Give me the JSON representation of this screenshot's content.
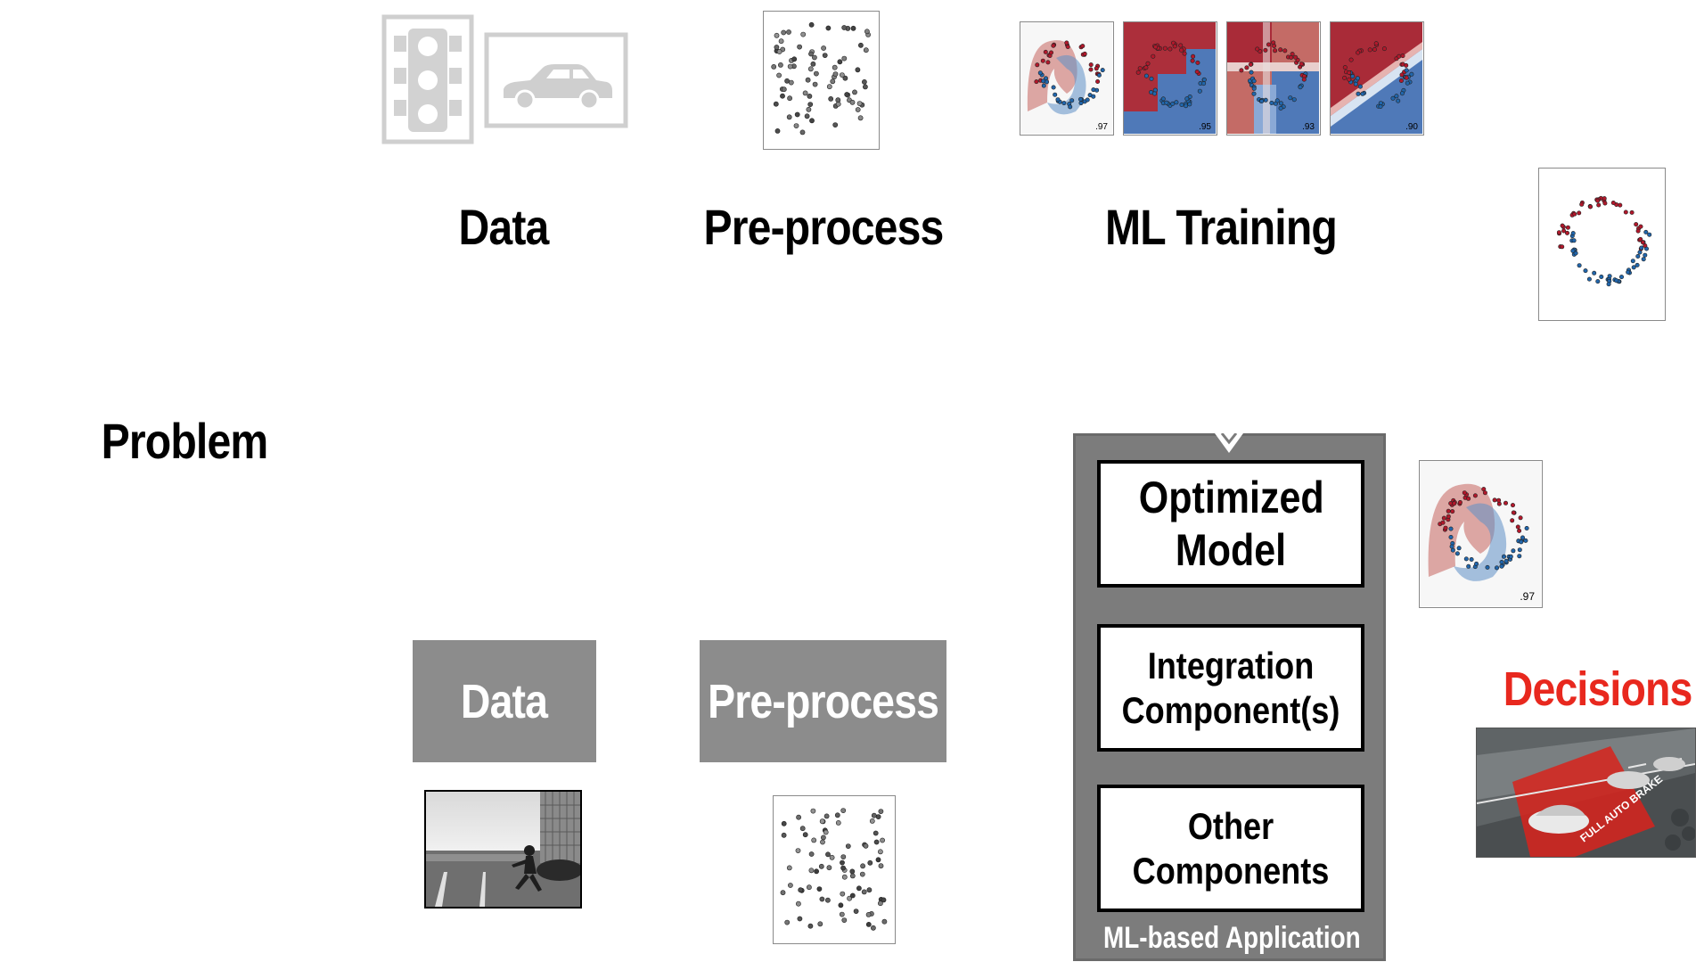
{
  "top_row": {
    "data_label": "Data",
    "preprocess_label": "Pre-process",
    "ml_training_label": "ML Training",
    "training_scores": [
      ".97",
      ".95",
      ".93",
      ".90"
    ]
  },
  "problem_label": "Problem",
  "bottom_row": {
    "data_label": "Data",
    "preprocess_label": "Pre-process"
  },
  "app": {
    "optimized_model": "Optimized Model",
    "integration": "Integration Component(s)",
    "other": "Other Components",
    "caption": "ML-based Application"
  },
  "model_thumb_score": ".97",
  "decisions_label": "Decisions",
  "braking_sign": "FULL AUTO BRAKE",
  "colors": {
    "accent_red": "#e8281e",
    "box_grey": "#8c8c8c",
    "app_grey": "#7c7c7c",
    "red_class": "#b2182b",
    "blue_class": "#2166ac"
  }
}
